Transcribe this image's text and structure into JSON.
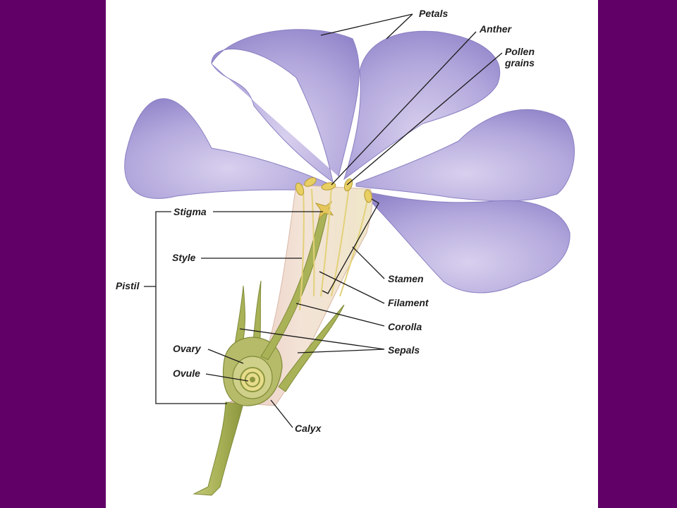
{
  "colors": {
    "frame": "#610067",
    "paper": "#ffffff",
    "petal": "#b3a8dc",
    "petal_dark": "#8f83c9",
    "stem": "#9aa54a",
    "pollen": "#e9cf63",
    "leader": "#1a1a1a"
  },
  "labels": {
    "petals": "Petals",
    "anther": "Anther",
    "pollen_line1": "Pollen",
    "pollen_line2": "grains",
    "stigma": "Stigma",
    "style": "Style",
    "pistil": "Pistil",
    "stamen": "Stamen",
    "filament": "Filament",
    "corolla": "Corolla",
    "sepals": "Sepals",
    "ovary": "Ovary",
    "ovule": "Ovule",
    "calyx": "Calyx"
  }
}
